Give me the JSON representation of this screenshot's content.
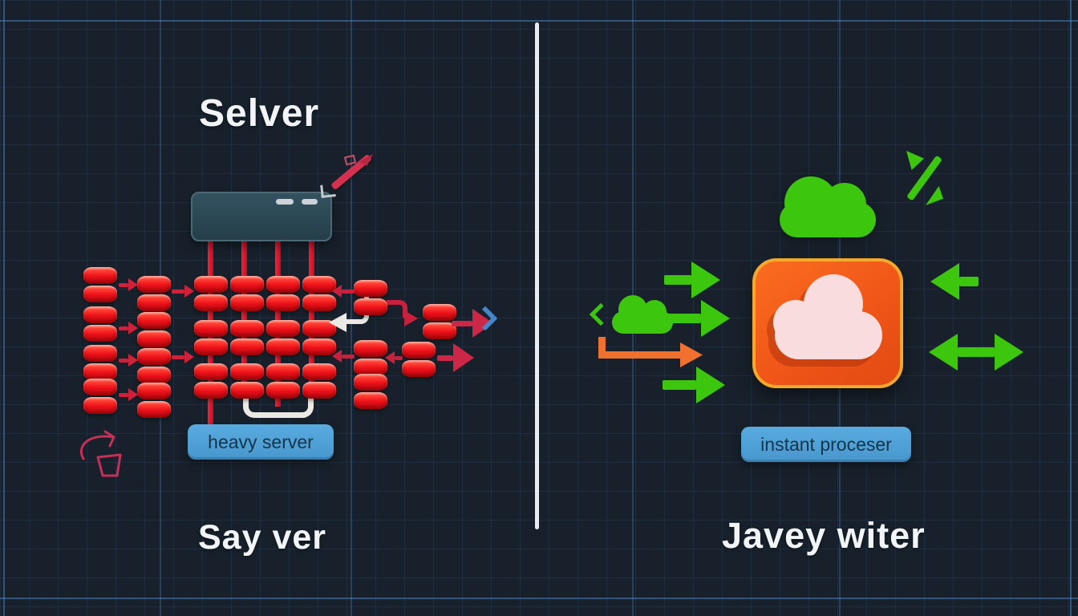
{
  "scene": {
    "left": {
      "title": "Selver",
      "box_label": "heavy server",
      "caption": "Say ver"
    },
    "right": {
      "box_label": "instant proceser",
      "caption": "Javey witer"
    }
  },
  "colors": {
    "background": "#18212b",
    "grid_line": "#46а0d2-blueprint: rgba(86,146,214,0.3)",
    "cylinder_red": "#ee1119",
    "arrow_crimson": "#cb2140",
    "accent_green": "#3cc70e",
    "accent_orange": "#f07030",
    "app_box_orange": "#ef5417",
    "app_box_border": "#f6a82b",
    "label_blue": "#4fa0d6",
    "label_text": "#18344a",
    "server_box": "#2a4652",
    "divider_white": "#e9edf1",
    "chevron_blue": "#4586c8",
    "pink_cloud": "#f9dcdd",
    "doodle_pink": "#c43058",
    "title_white": "#f2f5f7"
  },
  "icons": {
    "server-box-icon": "dark rounded rectangle with two pills",
    "database-cylinder-icon": "stack of red discs",
    "pencil-icon": "red diagonal pencil sketch",
    "curved-arrow-doodle-icon": "pink sketched curved arrow with cup",
    "u-bracket-icon": "white U-shaped connector",
    "return-arrow-icon": "white elbow arrow pointing left",
    "chevron-right-icon": "›",
    "chevron-left-icon": "‹",
    "cloud-icon": "green cloud",
    "slash-icon": "green diagonal slash with triangles",
    "cloud-app-icon": "orange rounded square with pink cloud",
    "arrow-right-icon": "→",
    "arrow-left-icon": "←",
    "double-arrow-icon": "↔",
    "elbow-arrow-icon": "orange elbow arrow"
  }
}
